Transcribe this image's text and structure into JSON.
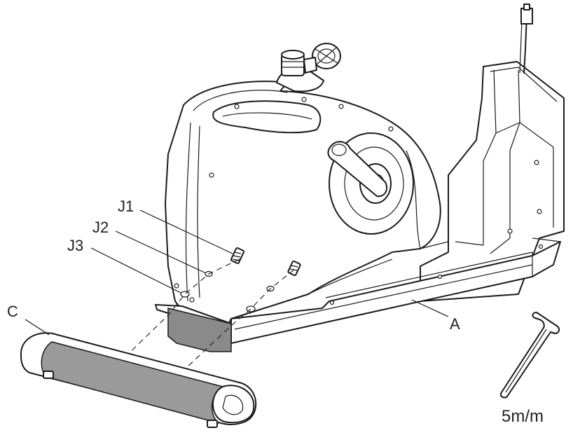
{
  "callouts": {
    "j1": "J1",
    "j2": "J2",
    "j3": "J3",
    "c": "C",
    "a": "A"
  },
  "tool": {
    "size_label": "5m/m"
  }
}
